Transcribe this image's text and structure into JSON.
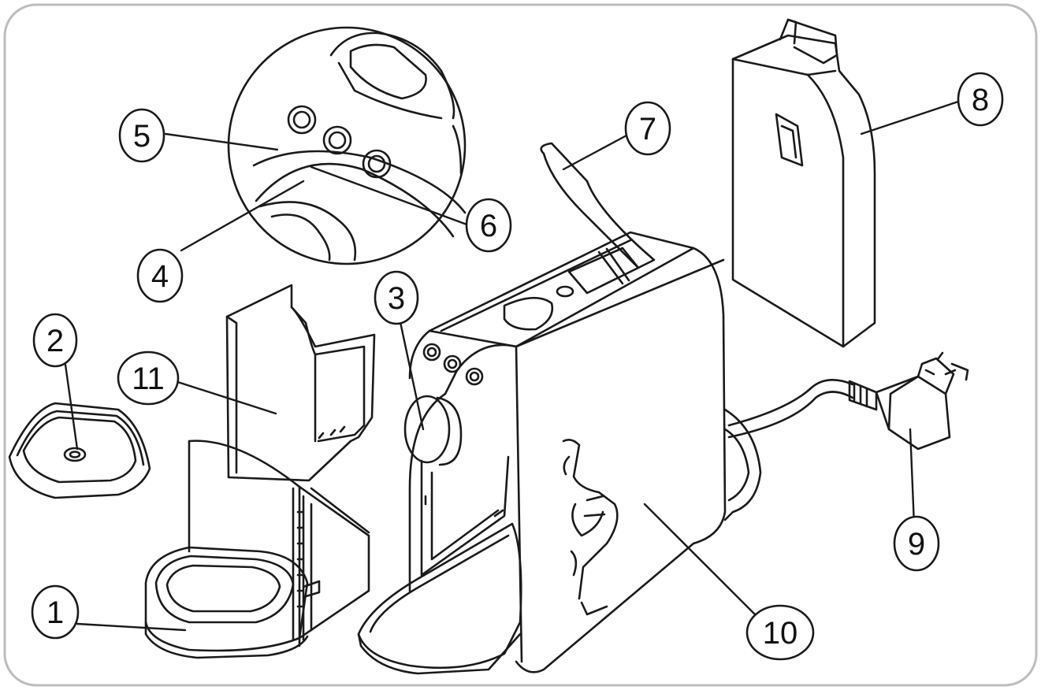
{
  "diagram": {
    "style": "black line drawing, exploded parts view of a capsule coffee machine",
    "stroke_color": "#1a1a1a",
    "frame_color": "#bdbdbd",
    "callouts": [
      {
        "id": "1",
        "part": "drip-tray"
      },
      {
        "id": "2",
        "part": "drip-tray-grid"
      },
      {
        "id": "3",
        "part": "capsule-holder-knob"
      },
      {
        "id": "4",
        "part": "coffee-outlet"
      },
      {
        "id": "5",
        "part": "control-panel"
      },
      {
        "id": "6",
        "part": "power-button"
      },
      {
        "id": "7",
        "part": "water-tank-lid"
      },
      {
        "id": "8",
        "part": "water-tank"
      },
      {
        "id": "9",
        "part": "power-plug"
      },
      {
        "id": "10",
        "part": "machine-body"
      },
      {
        "id": "11",
        "part": "used-capsule-container"
      }
    ]
  }
}
